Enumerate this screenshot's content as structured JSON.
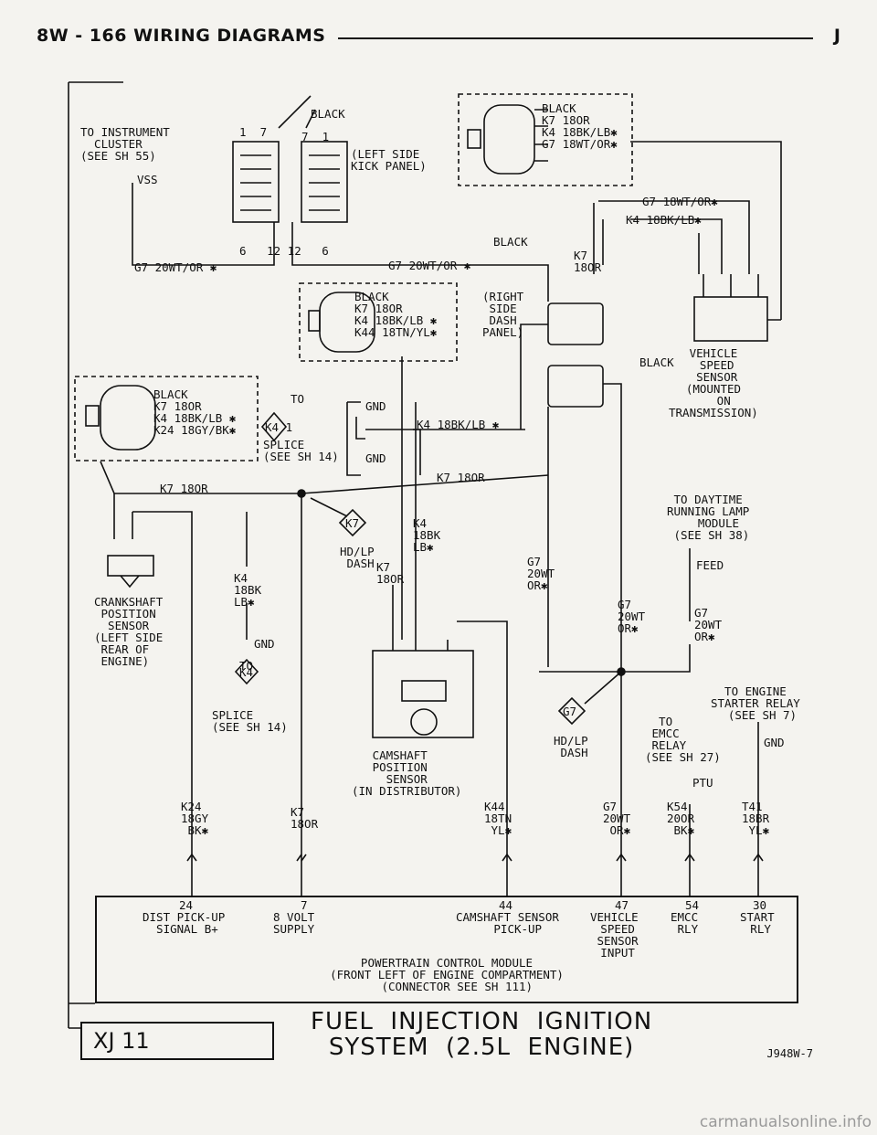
{
  "header": {
    "section": "8W - 166   WIRING DIAGRAMS",
    "model_letter": "J"
  },
  "labels": {
    "to_instrument_cluster": "TO INSTRUMENT\n  CLUSTER\n(SEE SH 55)",
    "vss": "VSS",
    "pins_top_left": "1  7",
    "pins_top_mid": "7  1",
    "black_a": "BLACK",
    "left_kick": "(LEFT SIDE\nKICK PANEL)",
    "pins_bottom": "6   12 12   6",
    "g7_left": "G7 20WT/OR ✱",
    "g7_mid": "G7 20WT/OR ✱",
    "conn1_wires": "BLACK\nK7 18OR\nK4 18BK/LB✱\nG7 18WT/OR✱",
    "g7_right": "G7 18WT/OR✱",
    "k4_right": "K4 18BK/LB✱",
    "black_b": "BLACK",
    "k7_right": "K7\n18OR",
    "conn2_wires": "BLACK\nK7 18OR\nK4 18BK/LB ✱\nK44 18TN/YL✱",
    "right_dash": "(RIGHT\n SIDE\n DASH\nPANEL)",
    "black_c": "BLACK",
    "vss_sensor": "VEHICLE\n SPEED\n SENSOR\n(MOUNTED\n   ON\nTRANSMISSION)",
    "conn3_wires": "BLACK\nK7 18OR\nK4 18BK/LB ✱\nK24 18GY/BK✱",
    "to_splice_k41": "TO",
    "splice_k41": "K4 1",
    "splice_sh14_a": "SPLICE\n(SEE SH 14)",
    "gnd_a": "GND",
    "gnd_b": "GND",
    "k4_mid": "K4 18BK/LB ✱",
    "k7_line_left": "K7 18OR",
    "k7_line_mid": "K7 18OR",
    "daytime": "TO DAYTIME\nRUNNING LAMP\n   MODULE\n (SEE SH 38)",
    "feed": "FEED",
    "k7_diamond": "K7",
    "hdlp_dash_a": "HD/LP\n DASH",
    "k4_18bk_lb": "K4\n18BK\nLB✱",
    "k7_18or_v": "K7\n18OR",
    "g7_20wt_a": "G7\n20WT\nOR✱",
    "g7_20wt_b": "G7\n20WT\nOR✱",
    "g7_20wt_c": "G7\n20WT\nOR✱",
    "ckp_sensor": "CRANKSHAFT\n POSITION\n  SENSOR\n(LEFT SIDE\n REAR OF\n ENGINE)",
    "k4_18bk_lb_b": "K4\n18BK\nLB✱",
    "gnd_c": "GND",
    "to_b": "TO",
    "k4_diamond": "K4",
    "splice_sh14_b": "SPLICE\n(SEE SH 14)",
    "g7_diamond": "G7",
    "hdlp_dash_b": "HD/LP\n DASH",
    "cmp_sensor": "   CAMSHAFT\n   POSITION\n     SENSOR\n(IN DISTRIBUTOR)",
    "to_starter": "TO ENGINE\nSTARTER RELAY\n  (SEE SH 7)",
    "to_emcc": "  TO\n EMCC\n RELAY\n(SEE SH 27)",
    "gnd_d": "GND",
    "ptu": "PTU",
    "w_k24": "K24\n18GY\n BK✱",
    "w_k7": "K7\n18OR",
    "w_k44": "K44\n18TN\n YL✱",
    "w_g7": "G7\n20WT\n OR✱",
    "w_k54": "K54\n20OR\n BK✱",
    "w_t41": "T41\n18BR\n YL✱"
  },
  "pcm": {
    "pins": [
      {
        "num": "24",
        "desc": "DIST PICK-UP\n SIGNAL B+"
      },
      {
        "num": "7",
        "desc": "8 VOLT\nSUPPLY"
      },
      {
        "num": "44",
        "desc": "CAMSHAFT SENSOR\n   PICK-UP"
      },
      {
        "num": "47",
        "desc": "VEHICLE\n SPEED\n SENSOR\n INPUT"
      },
      {
        "num": "54",
        "desc": "EMCC\n RLY"
      },
      {
        "num": "30",
        "desc": "START\n RLY"
      }
    ],
    "title": "POWERTRAIN CONTROL MODULE\n(FRONT LEFT OF ENGINE COMPARTMENT)\n   (CONNECTOR SEE SH 111)"
  },
  "footer": {
    "code": "XJ 11",
    "title": "FUEL  INJECTION  IGNITION\nSYSTEM  (2.5L  ENGINE)",
    "ref": "J948W-7",
    "watermark": "carmanualsonline.info"
  }
}
